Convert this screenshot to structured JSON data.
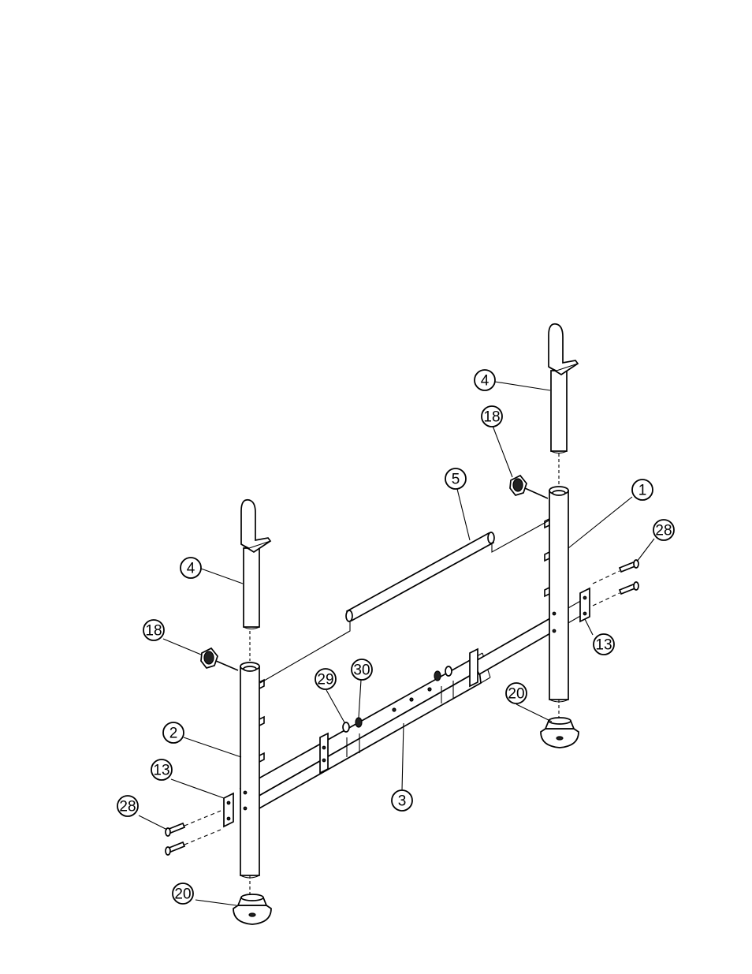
{
  "callouts": [
    {
      "id": "c4r",
      "label": "4"
    },
    {
      "id": "c18r",
      "label": "18"
    },
    {
      "id": "c5",
      "label": "5"
    },
    {
      "id": "c1",
      "label": "1"
    },
    {
      "id": "c28r",
      "label": "28"
    },
    {
      "id": "c13r",
      "label": "13"
    },
    {
      "id": "c20r",
      "label": "20"
    },
    {
      "id": "c4l",
      "label": "4"
    },
    {
      "id": "c18l",
      "label": "18"
    },
    {
      "id": "c29",
      "label": "29"
    },
    {
      "id": "c30",
      "label": "30"
    },
    {
      "id": "c2",
      "label": "2"
    },
    {
      "id": "c13l",
      "label": "13"
    },
    {
      "id": "c28l",
      "label": "28"
    },
    {
      "id": "c3",
      "label": "3"
    },
    {
      "id": "c20l",
      "label": "20"
    }
  ]
}
